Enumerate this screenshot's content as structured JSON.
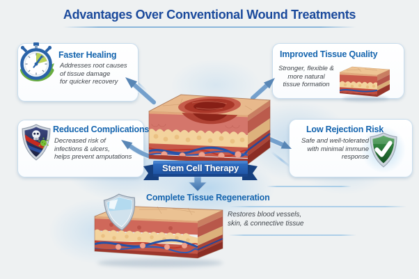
{
  "title": "Advantages Over Conventional Wound Treatments",
  "center": {
    "banner_label": "Stem Cell Therapy",
    "illustration": "wounded-skin-tissue-block"
  },
  "cards": {
    "faster_healing": {
      "heading": "Faster Healing",
      "lines": [
        "Addresses root causes",
        "of tissue damage",
        "for quicker recovery"
      ],
      "icon": "stopwatch-icon"
    },
    "improved_tissue_quality": {
      "heading": "Improved Tissue Quality",
      "lines": [
        "Stronger, flexible &",
        "more natural",
        "tissue formation"
      ],
      "icon": "tissue-sample-icon"
    },
    "reduced_complications": {
      "heading": "Reduced Complications",
      "lines": [
        "Decreased risk of",
        "infections & ulcers,",
        "helps prevent amputations"
      ],
      "icon": "skull-shield-icon"
    },
    "low_rejection_risk": {
      "heading": "Low Rejection Risk",
      "lines": [
        "Safe and well-tolerated",
        "with minimal immune",
        "response"
      ],
      "icon": "check-shield-icon"
    },
    "complete_tissue_regeneration": {
      "heading": "Complete Tissue Regeneration",
      "lines": [
        "Restores blood vessels,",
        "skin, & connective tissue"
      ],
      "icon": "shield-tissue-icon"
    }
  },
  "colors": {
    "background": "#eef1f2",
    "title_blue": "#1b4a9c",
    "heading_blue": "#1464ae",
    "body_text": "#3f444a",
    "banner_blue": "#2a66b8",
    "arrow_blue": "#74a0cc",
    "shield_green": "#2e7d3a",
    "germ_green": "#79bf38",
    "wound_red": "#a93628",
    "fat_yellow": "#f3d39d"
  }
}
